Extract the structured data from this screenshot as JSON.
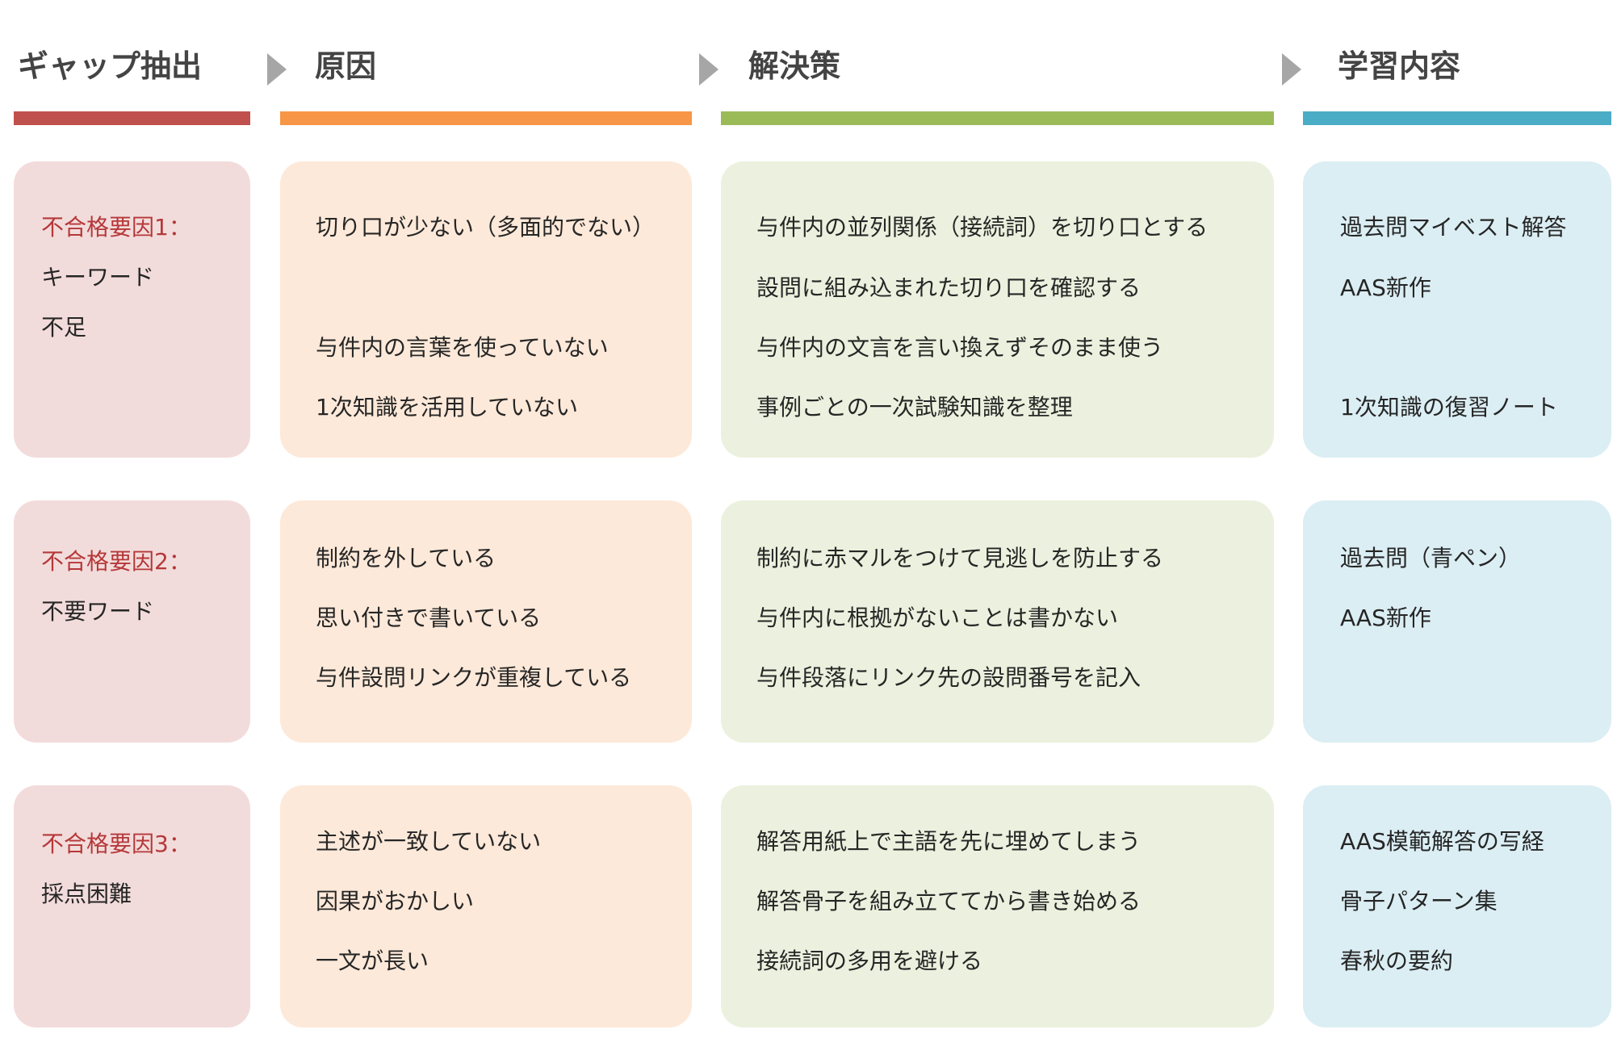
{
  "headers": [
    {
      "label": "ギャップ抽出",
      "color": "#c0504d"
    },
    {
      "label": "原因",
      "color": "#f79646"
    },
    {
      "label": "解決策",
      "color": "#9bbb59"
    },
    {
      "label": "学習内容",
      "color": "#4bacc6"
    }
  ],
  "rows": [
    {
      "gap": {
        "factor": "不合格要因1：",
        "lines": [
          "キーワード",
          "不足"
        ]
      },
      "causes": [
        "切り口が少ない（多面的でない）",
        "",
        "与件内の言葉を使っていない",
        "1次知識を活用していない"
      ],
      "solutions": [
        "与件内の並列関係（接続詞）を切り口とする",
        "設問に組み込まれた切り口を確認する",
        "与件内の文言を言い換えずそのまま使う",
        "事例ごとの一次試験知識を整理"
      ],
      "learning": [
        "過去問マイベスト解答",
        "AAS新作",
        "",
        "1次知識の復習ノート"
      ]
    },
    {
      "gap": {
        "factor": "不合格要因2：",
        "lines": [
          "不要ワード"
        ]
      },
      "causes": [
        "制約を外している",
        "思い付きで書いている",
        "与件設問リンクが重複している"
      ],
      "solutions": [
        "制約に赤マルをつけて見逃しを防止する",
        "与件内に根拠がないことは書かない",
        "与件段落にリンク先の設問番号を記入"
      ],
      "learning": [
        "過去問（青ペン）",
        "AAS新作"
      ]
    },
    {
      "gap": {
        "factor": "不合格要因3：",
        "lines": [
          "採点困難"
        ]
      },
      "causes": [
        "主述が一致していない",
        "因果がおかしい",
        "一文が長い"
      ],
      "solutions": [
        "解答用紙上で主語を先に埋めてしまう",
        "解答骨子を組み立ててから書き始める",
        "接続詞の多用を避ける"
      ],
      "learning": [
        "AAS模範解答の写経",
        "骨子パターン集",
        "春秋の要約"
      ]
    }
  ],
  "colors": {
    "gap_bg": "#f2dcdb",
    "cause_bg": "#fde9d9",
    "solution_bg": "#ebf1de",
    "learning_bg": "#dbeef4",
    "factor_text": "#b5383a",
    "arrow": "#a6a6a6"
  }
}
